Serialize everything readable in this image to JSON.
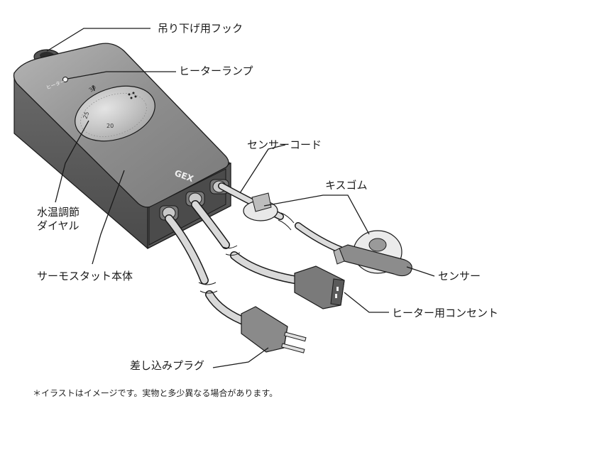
{
  "labels": {
    "hanging_hook": "吊り下げ用フック",
    "heater_lamp": "ヒーターランプ",
    "sensor_cord": "センサーコード",
    "kiss_rubber": "キスゴム",
    "temp_dial_line1": "水温調節",
    "temp_dial_line2": "ダイヤル",
    "thermostat_body": "サーモスタット本体",
    "sensor": "センサー",
    "heater_outlet": "ヒーター用コンセント",
    "plug": "差し込みプラグ"
  },
  "device": {
    "brand": "GEX",
    "lamp_text": "ヒーター",
    "dial_numbers": [
      "20",
      "25",
      "30"
    ]
  },
  "footnote": "＊イラストはイメージです。実物と多少異なる場合があります。",
  "colors": {
    "body_top": "#9a9a9a",
    "body_side": "#5a5a5a",
    "dial": "#c8c8c8",
    "line": "#1a1a1a"
  }
}
